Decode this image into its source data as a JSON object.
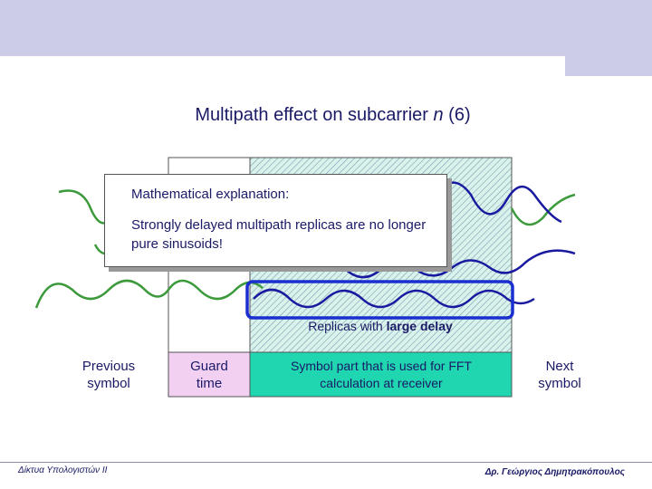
{
  "slide": {
    "title_prefix": "Multipath effect on subcarrier ",
    "title_var": "n",
    "title_suffix": " (6)"
  },
  "callout": {
    "title": "Mathematical explanation:",
    "body": "Strongly delayed multipath replicas are no longer pure sinusoids!"
  },
  "caption": {
    "prefix": "Replicas with ",
    "emphasis": "large delay"
  },
  "labels": {
    "previous": "Previous symbol",
    "guard": "Guard time",
    "fft": "Symbol part that is used for FFT calculation at receiver",
    "next": "Next symbol"
  },
  "footer": {
    "left": "Δίκτυα Υπολογιστών II",
    "right": "Δρ. Γεώργιος Δημητρακόπουλος"
  },
  "colors": {
    "band": "#cccce8",
    "guard_fill": "#f2d0f2",
    "fft_fill": "#1fd6b0",
    "green_wave": "#3c9a3c",
    "blue_wave": "#1a1aa0",
    "highlight": "#1a2fd0"
  }
}
